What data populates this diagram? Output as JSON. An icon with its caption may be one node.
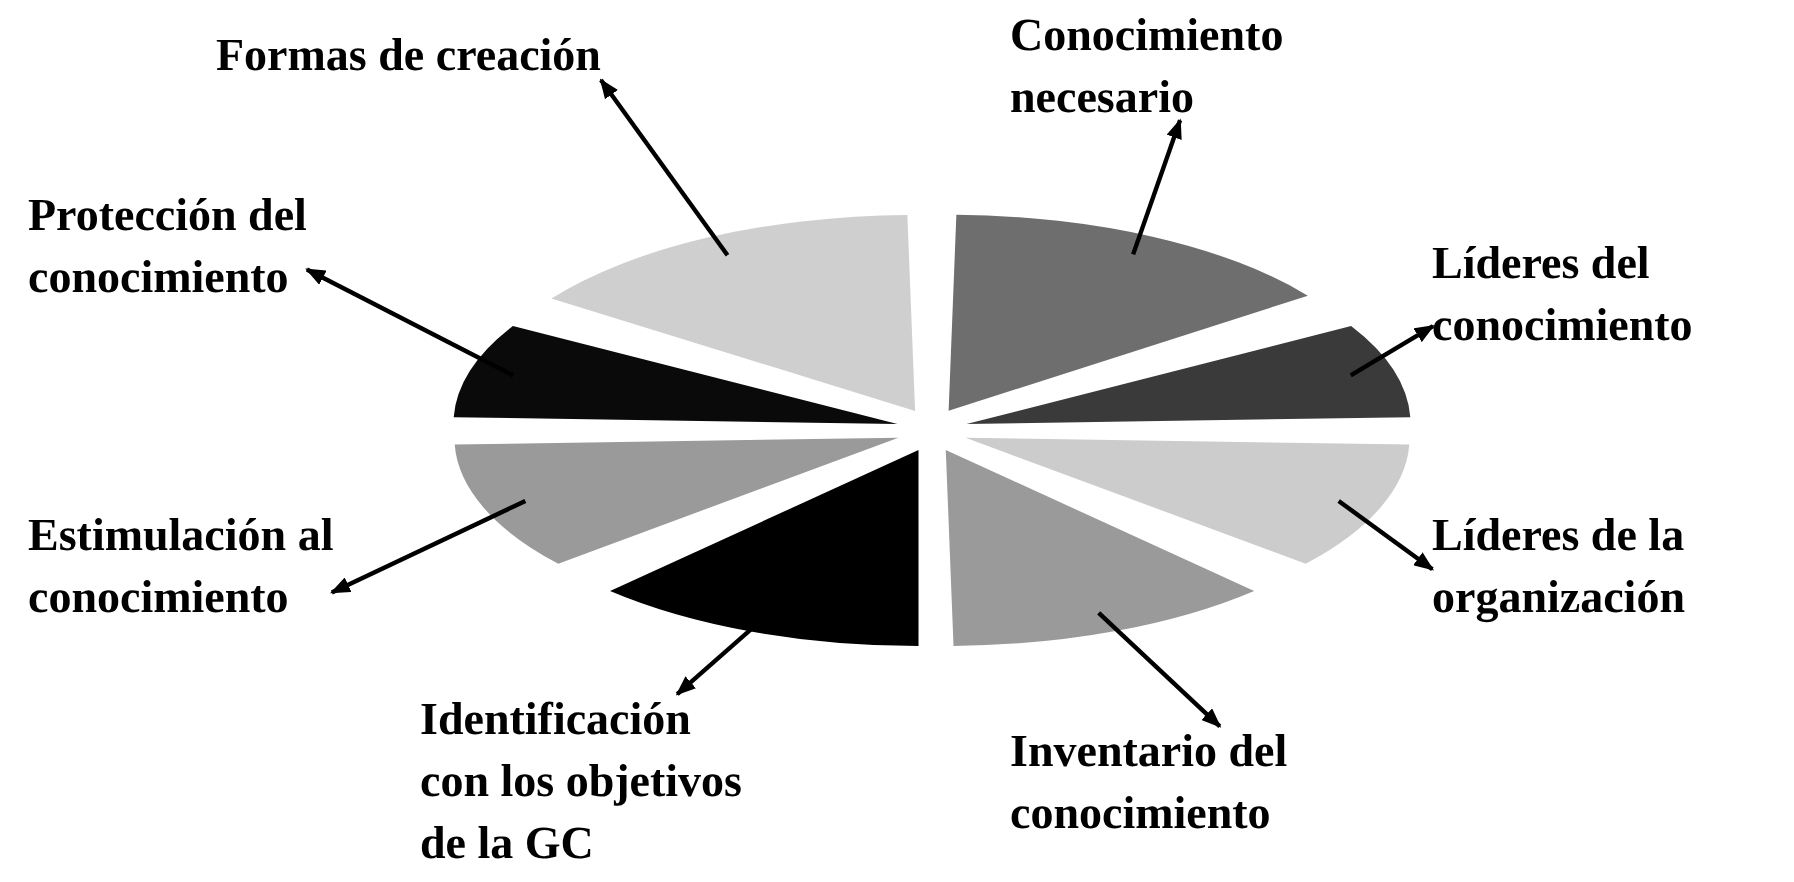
{
  "diagram": {
    "nodes": [
      {
        "text": [
          "Formas de creación"
        ]
      },
      {
        "text": [
          "Conocimiento necesario"
        ]
      },
      {
        "text": [
          "Protección del conocimiento"
        ]
      },
      {
        "text": [
          "Líderes del conocimiento"
        ]
      },
      {
        "text": [
          "Estimulación al conocimiento"
        ]
      },
      {
        "text": [
          "Líderes de la organización"
        ]
      },
      {
        "text": [
          "Identificación con los objetivos de la GC"
        ]
      },
      {
        "text": [
          "Inventario del conocimiento"
        ]
      },
      {
        "text": [],
        "shape": "wedge"
      },
      {
        "text": [],
        "shape": "wedge"
      },
      {
        "text": [],
        "shape": "wedge"
      },
      {
        "text": [],
        "shape": "wedge"
      },
      {
        "text": [],
        "shape": "wedge"
      },
      {
        "text": [],
        "shape": "wedge"
      },
      {
        "text": [],
        "shape": "wedge"
      },
      {
        "text": [],
        "shape": "wedge"
      }
    ],
    "edges": [
      {
        "from": 8,
        "to": 0,
        "arrow": "to"
      },
      {
        "from": 12,
        "to": 1,
        "arrow": "to"
      },
      {
        "from": 9,
        "to": 2,
        "arrow": "to"
      },
      {
        "from": 13,
        "to": 3,
        "arrow": "to"
      },
      {
        "from": 10,
        "to": 4,
        "arrow": "to"
      },
      {
        "from": 14,
        "to": 5,
        "arrow": "to"
      },
      {
        "from": 11,
        "to": 6,
        "arrow": "to"
      },
      {
        "from": 15,
        "to": 7,
        "arrow": "to"
      }
    ]
  }
}
